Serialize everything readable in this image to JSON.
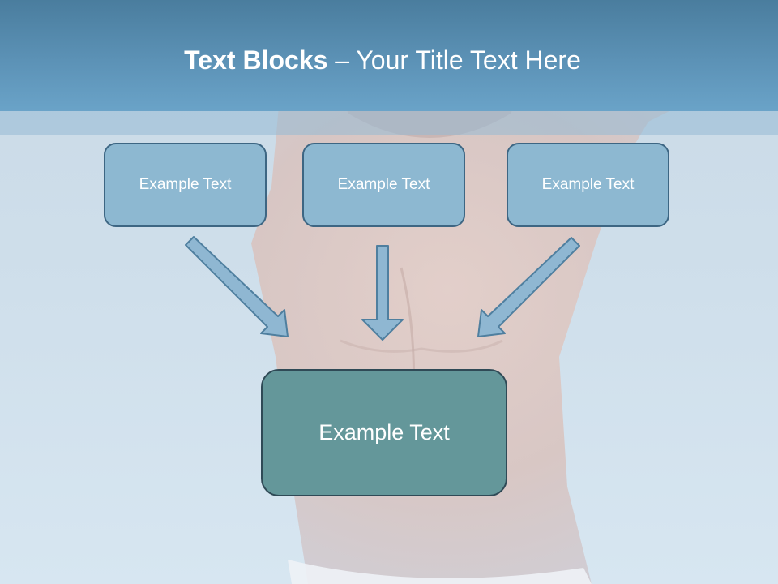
{
  "title": {
    "bold": "Text Blocks",
    "rest": " – Your Title Text Here"
  },
  "boxes": [
    {
      "label": "Example Text"
    },
    {
      "label": "Example Text"
    },
    {
      "label": "Example Text"
    }
  ],
  "target_box": {
    "label": "Example Text"
  },
  "colors": {
    "title_bar": "#5c92b6",
    "small_box_fill": "#8db8d1",
    "small_box_border": "#3d6683",
    "target_box_fill": "#64979a",
    "arrow_fill": "#8fb7d2",
    "arrow_stroke": "#4f7f9f"
  }
}
